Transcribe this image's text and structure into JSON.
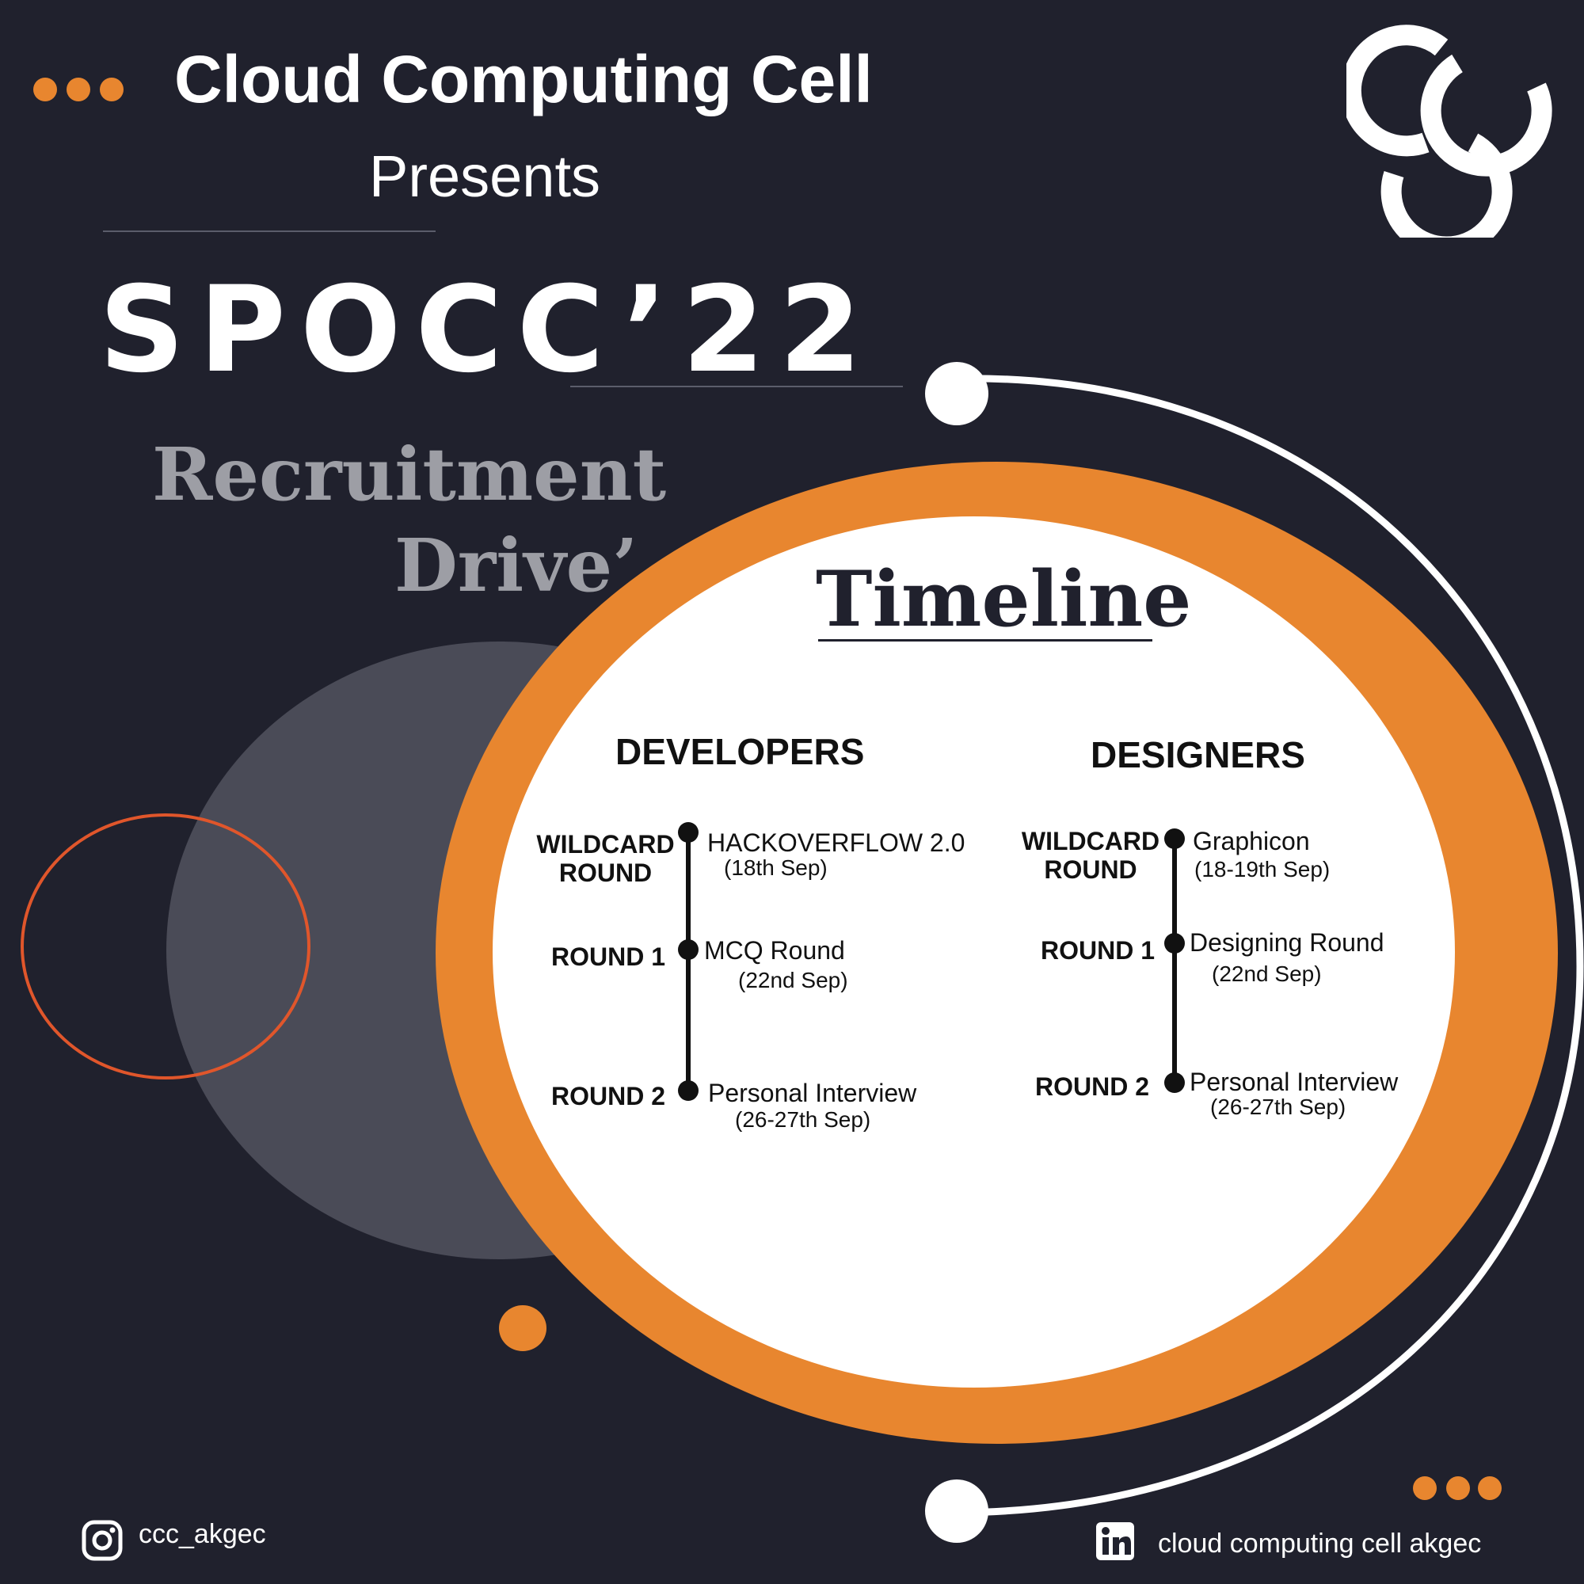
{
  "header": {
    "org_name": "Cloud Computing Cell",
    "presents": "Presents",
    "event_name": "SPOCC’22",
    "subtitle_line1": "Recruitment",
    "subtitle_line2": "Drive’"
  },
  "timeline": {
    "title": "Timeline",
    "developers": {
      "heading": "DEVELOPERS",
      "rounds": [
        {
          "label": "WILDCARD\nROUND",
          "event": "HACKOVERFLOW 2.0",
          "date": "(18th Sep)"
        },
        {
          "label": "ROUND 1",
          "event": "MCQ Round",
          "date": "(22nd Sep)"
        },
        {
          "label": "ROUND 2",
          "event": "Personal Interview",
          "date": "(26-27th Sep)"
        }
      ]
    },
    "designers": {
      "heading": "DESIGNERS",
      "rounds": [
        {
          "label": "WILDCARD\nROUND",
          "event": "Graphicon",
          "date": "(18-19th Sep)"
        },
        {
          "label": "ROUND 1",
          "event": "Designing Round",
          "date": "(22nd Sep)"
        },
        {
          "label": "ROUND 2",
          "event": "Personal Interview",
          "date": "(26-27th Sep)"
        }
      ]
    }
  },
  "footer": {
    "instagram_handle": "ccc_akgec",
    "linkedin_handle": "cloud computing cell akgec",
    "instagram_icon": "instagram-icon",
    "linkedin_icon": "linkedin-icon"
  },
  "colors": {
    "background": "#20212d",
    "accent_orange": "#e8862f",
    "accent_red": "#e0562b",
    "white": "#ffffff",
    "grey": "#4a4b57"
  }
}
